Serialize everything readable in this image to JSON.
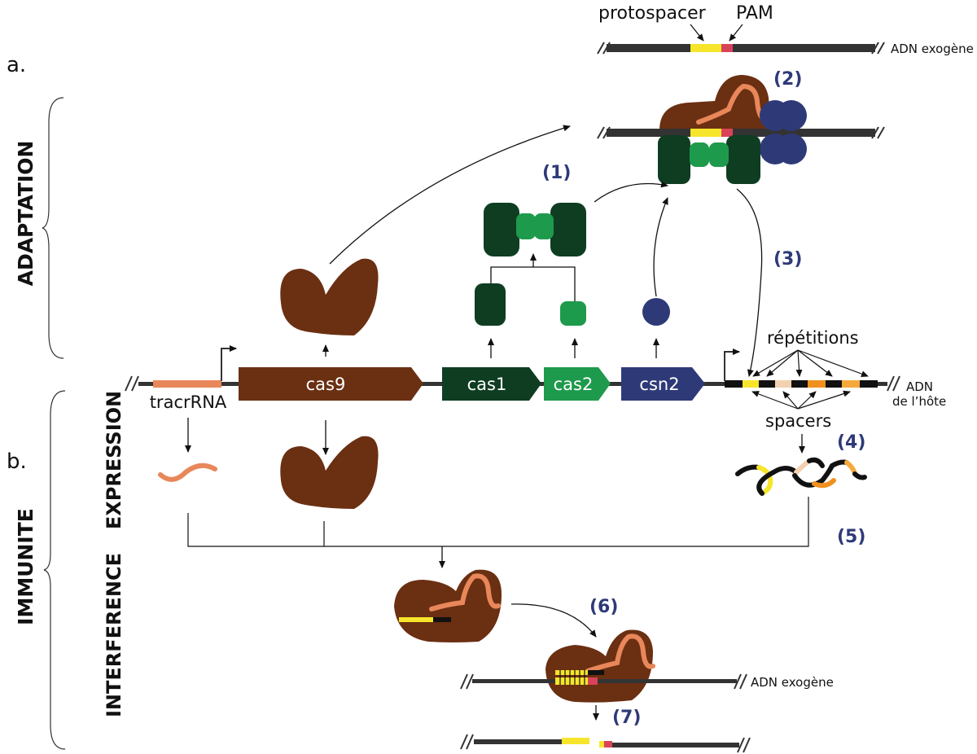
{
  "section_labels": {
    "a": "a.",
    "b": "b.",
    "adaptation": "ADAPTATION",
    "immunite": "IMMUNITE",
    "expression": "EXPRESSION",
    "interference": "INTERFERENCE"
  },
  "genes": {
    "tracr": "tracrRNA",
    "cas9": "cas9",
    "cas1": "cas1",
    "cas2": "cas2",
    "csn2": "csn2"
  },
  "dna_labels": {
    "exo_top": "ADN exogène",
    "host_1": "ADN",
    "host_2": "de l’hôte",
    "exo_bottom": "ADN exogène",
    "protospacer": "protospacer",
    "pam": "PAM",
    "repetitions": "répétitions",
    "spacers": "spacers"
  },
  "steps": [
    "(1)",
    "(2)",
    "(3)",
    "(4)",
    "(5)",
    "(6)",
    "(7)"
  ],
  "colors": {
    "cas9": "#6b2f12",
    "cas1": "#0f3d22",
    "cas2": "#1e9a4c",
    "csn2": "#2e3a78",
    "tracr": "#e8875a",
    "protospacer": "#f7e52c",
    "pam": "#d9435a",
    "dna": "#333333",
    "spacer_peach": "#f3d1b0",
    "spacer_orange": "#f0901e",
    "spacer_light_orange": "#f5a93b"
  }
}
